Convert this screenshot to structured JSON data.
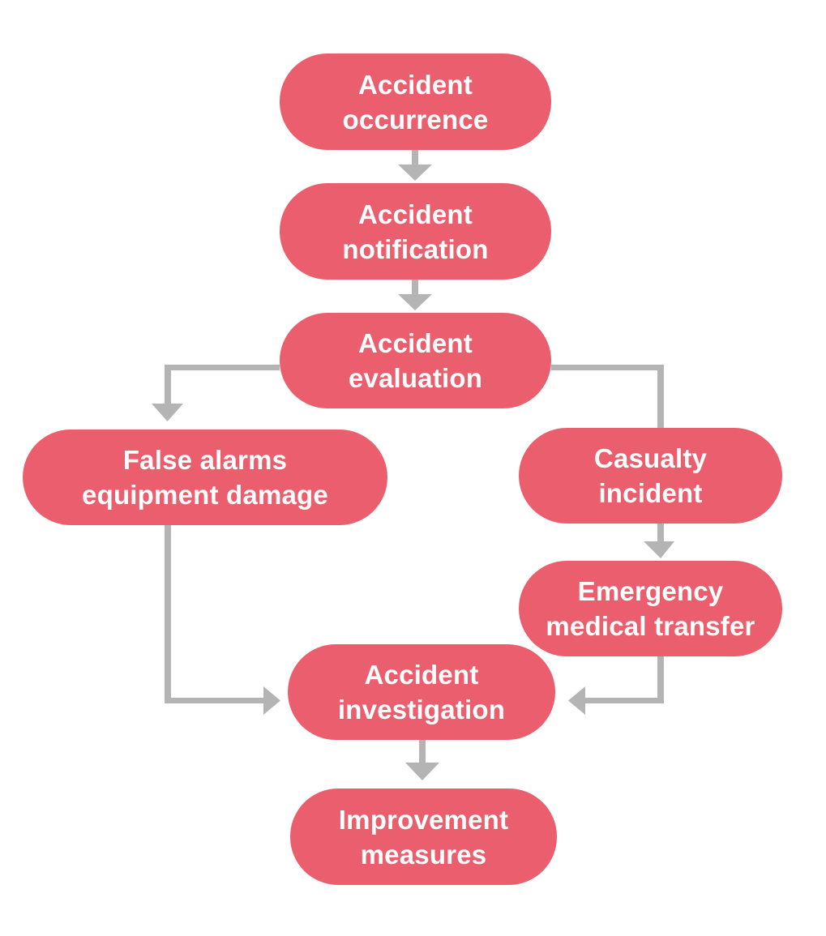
{
  "diagram": {
    "background": "#FFFFFF",
    "colors": {
      "node_fill": "#EA5E6D",
      "node_text": "#FFFFFF",
      "connector": "#B4B4B4"
    },
    "nodes": [
      {
        "id": "accident-occurrence",
        "lines": [
          "Accident",
          "occurrence"
        ]
      },
      {
        "id": "accident-notification",
        "lines": [
          "Accident",
          "notification"
        ]
      },
      {
        "id": "accident-evaluation",
        "lines": [
          "Accident",
          "evaluation"
        ]
      },
      {
        "id": "false-alarms-equipment-damage",
        "lines": [
          "False alarms",
          "equipment damage"
        ]
      },
      {
        "id": "casualty-incident",
        "lines": [
          "Casualty",
          "incident"
        ]
      },
      {
        "id": "emergency-medical-transfer",
        "lines": [
          "Emergency",
          "medical transfer"
        ]
      },
      {
        "id": "accident-investigation",
        "lines": [
          "Accident",
          "investigation"
        ]
      },
      {
        "id": "improvement-measures",
        "lines": [
          "Improvement",
          "measures"
        ]
      }
    ],
    "edges": [
      {
        "from": "accident-occurrence",
        "to": "accident-notification",
        "arrowhead": true
      },
      {
        "from": "accident-notification",
        "to": "accident-evaluation",
        "arrowhead": true
      },
      {
        "from": "accident-evaluation",
        "to": "false-alarms-equipment-damage",
        "arrowhead": true
      },
      {
        "from": "accident-evaluation",
        "to": "casualty-incident",
        "arrowhead": false
      },
      {
        "from": "casualty-incident",
        "to": "emergency-medical-transfer",
        "arrowhead": true
      },
      {
        "from": "false-alarms-equipment-damage",
        "to": "accident-investigation",
        "arrowhead": true
      },
      {
        "from": "emergency-medical-transfer",
        "to": "accident-investigation",
        "arrowhead": true
      },
      {
        "from": "accident-investigation",
        "to": "improvement-measures",
        "arrowhead": true
      }
    ]
  }
}
